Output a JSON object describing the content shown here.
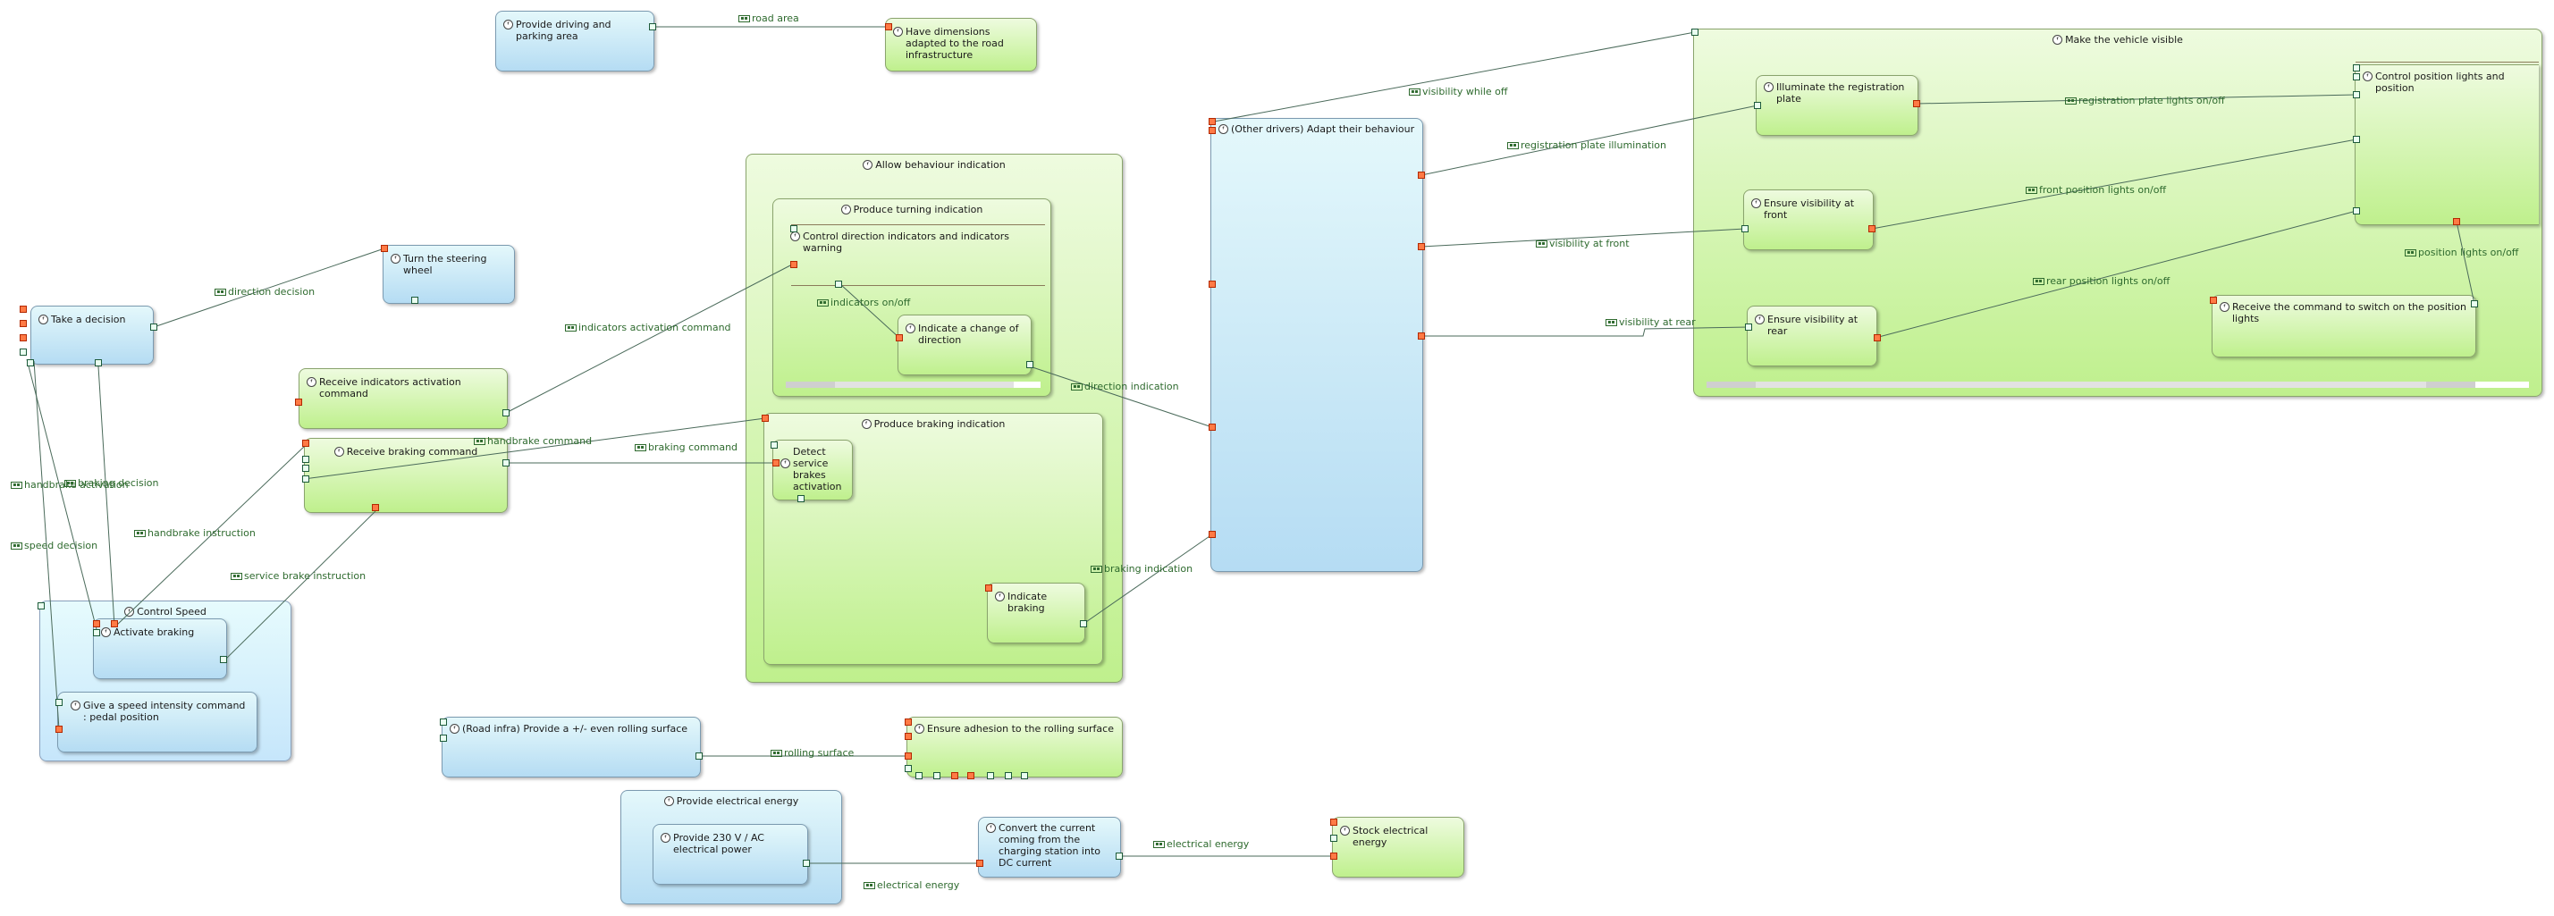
{
  "functions": {
    "take_decision": "Take a decision",
    "turn_steering": "Turn the steering wheel",
    "receive_indicators": "Receive indicators activation command",
    "receive_braking": "Receive braking command",
    "control_speed": "Control Speed",
    "activate_braking": "Activate braking",
    "speed_intensity": "Give a speed intensity command : pedal position",
    "provide_driving": "Provide driving and parking area",
    "have_dimensions": "Have dimensions adapted to the road infrastructure",
    "allow_behaviour": "Allow behaviour indication",
    "produce_turning": "Produce turning indication",
    "control_direction": "Control direction indicators and indicators warning",
    "indicate_change": "Indicate a change of direction",
    "produce_braking": "Produce braking indication",
    "detect_service": "Detect service brakes activation",
    "indicate_braking": "Indicate braking",
    "other_drivers": "(Other drivers) Adapt their behaviour",
    "make_visible": "Make the vehicle visible",
    "illuminate_plate": "Illuminate the registration plate",
    "control_position": "Control position lights and position",
    "ensure_front": "Ensure visibility at front",
    "ensure_rear": "Ensure visibility at rear",
    "receive_position": "Receive the command to switch on the position lights",
    "road_infra": "(Road infra) Provide a +/- even rolling surface",
    "ensure_adhesion": "Ensure adhesion to the rolling surface",
    "provide_electrical": "Provide electrical energy",
    "provide_230v": "Provide 230 V / AC electrical power",
    "convert_current": "Convert the current coming from the charging station into DC current",
    "stock_energy": "Stock electrical energy"
  },
  "exchanges": {
    "road_area": "road area",
    "direction_decision": "direction decision",
    "indicators_activation": "indicators activation command",
    "indicators_onoff": "indicators on/off",
    "direction_indication": "direction indication",
    "handbrake_command": "handbrake command",
    "braking_command": "braking command",
    "handbrake_activation": "handbrake activation",
    "braking_decision": "braking decision",
    "handbrake_instruction": "handbrake instruction",
    "speed_decision": "speed decision",
    "service_brake_instruction": "service brake instruction",
    "braking_indication": "braking indication",
    "visibility_while_off": "visibility while off",
    "registration_illumination": "registration plate illumination",
    "registration_lights": "registration plate lights on/off",
    "visibility_front": "visibility at front",
    "front_lights": "front position lights on/off",
    "visibility_rear": "visibility at rear",
    "rear_lights": "rear position lights on/off",
    "position_lights": "position lights on/off",
    "rolling_surface": "rolling surface",
    "electrical_energy_1": "electrical energy",
    "electrical_energy_2": "electrical energy"
  },
  "icons": {
    "function": "function-icon",
    "exchange": "exchange-icon"
  },
  "colors": {
    "green_top": "#eefbdf",
    "green_bottom": "#bff08d",
    "blue_top": "#e4f8fb",
    "blue_bottom": "#b5dcf3",
    "edge": "#4a6a5a",
    "port_in": "#ff7a45",
    "port_out": "#e9fff0",
    "label": "#2e6a2e"
  }
}
